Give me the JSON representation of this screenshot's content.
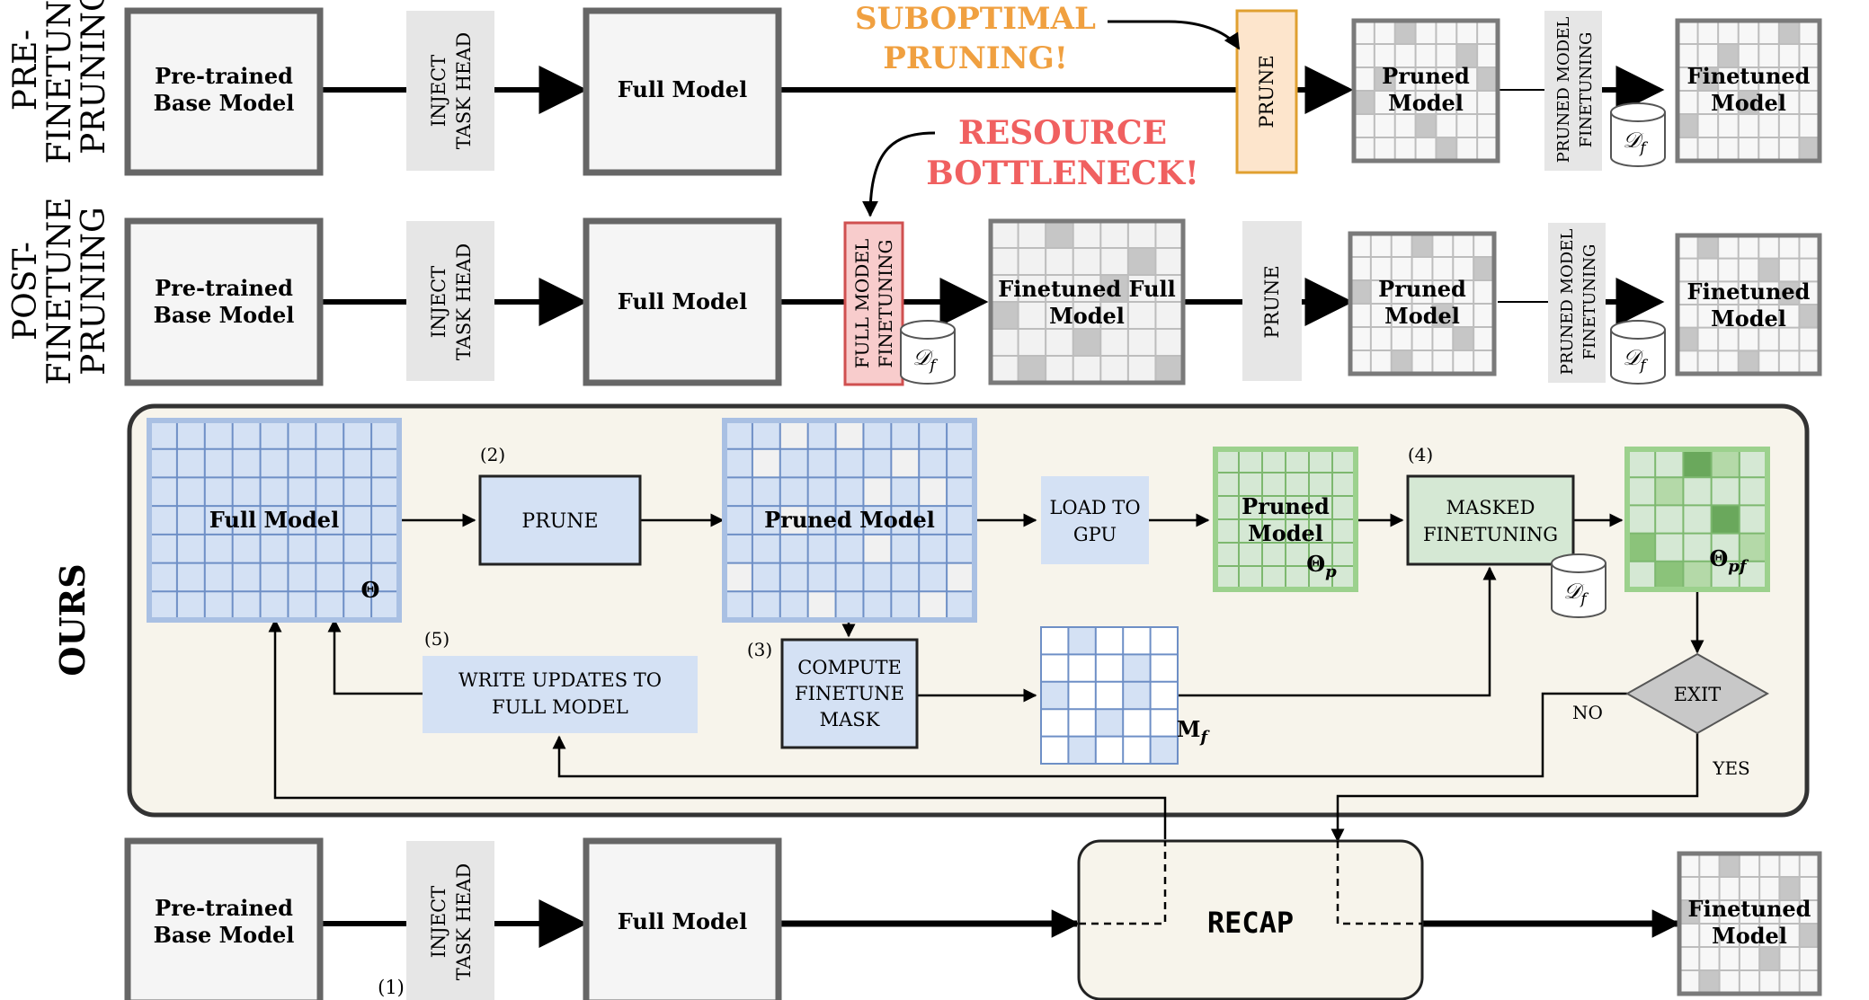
{
  "rows": {
    "pre": {
      "label_line1": "PRE-",
      "label_line2": "FINETUNE",
      "label_line3": "PRUNING"
    },
    "post": {
      "label_line1": "POST-",
      "label_line2": "FINETUNE",
      "label_line3": "PRUNING"
    },
    "ours": {
      "label": "OURS"
    }
  },
  "boxes": {
    "pretrained_l1": "Pre-trained",
    "pretrained_l2": "Base Model",
    "inject_l1": "INJECT",
    "inject_l2": "TASK HEAD",
    "full_model": "Full Model",
    "prune": "PRUNE",
    "pruned_l1": "Pruned",
    "pruned_l2": "Model",
    "pmf_l1": "PRUNED MODEL",
    "pmf_l2": "FINETUNING",
    "finetuned_l1": "Finetuned",
    "finetuned_l2": "Model",
    "fmf_l1": "FULL MODEL",
    "fmf_l2": "FINETUNING",
    "ftfull_l1": "Finetuned Full",
    "ftfull_l2": "Model",
    "dataset": "𝒟",
    "dataset_sub": "f"
  },
  "callouts": {
    "subopt_l1": "SUBOPTIMAL",
    "subopt_l2": "PRUNING!",
    "resource_l1": "RESOURCE",
    "resource_l2": "BOTTLENECK!"
  },
  "ours": {
    "full_model": "Full Model",
    "theta": "Θ",
    "step2": "(2)",
    "prune": "PRUNE",
    "pruned_model": "Pruned Model",
    "load_l1": "LOAD TO",
    "load_l2": "GPU",
    "green_l1": "Pruned",
    "green_l2": "Model",
    "theta_p": "Θ",
    "theta_p_sub": "p",
    "step4": "(4)",
    "masked_l1": "MASKED",
    "masked_l2": "FINETUNING",
    "theta_pf": "Θ",
    "theta_pf_sub": "pf",
    "step5": "(5)",
    "write_l1": "WRITE UPDATES TO",
    "write_l2": "FULL MODEL",
    "step3": "(3)",
    "compute_l1": "COMPUTE",
    "compute_l2": "FINETUNE",
    "compute_l3": "MASK",
    "mask": "M",
    "mask_sub": "f",
    "exit": "EXIT",
    "no": "NO",
    "yes": "YES"
  },
  "bottom": {
    "step1": "(1)",
    "recap": "RECAP"
  },
  "colors": {
    "orange": "#f0a040",
    "red": "#f06060",
    "blue_fill": "#d4e1f4",
    "blue_line": "#6e8fc6",
    "green_fill": "#d5e8d4",
    "green_dark": "#8bc37a",
    "panel": "#f7f4eb"
  }
}
